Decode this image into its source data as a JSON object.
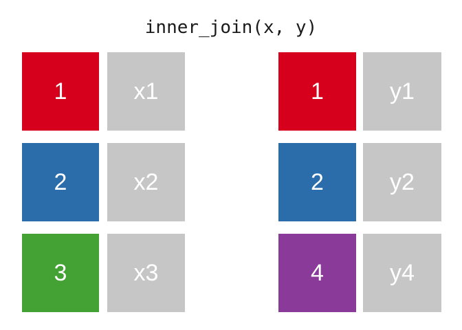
{
  "figure": {
    "title": "inner_join(x, y)",
    "background_color": "#ffffff",
    "text_color": "#ffffff",
    "title_color": "#1a1a1a",
    "value_cell_color": "#c6c6c6"
  },
  "palette": {
    "key_1": "#d6001c",
    "key_2": "#2b6cab",
    "key_3": "#43a233",
    "key_4": "#8a3a99",
    "gray": "#c6c6c6"
  },
  "tables": [
    {
      "name": "x",
      "rows": [
        {
          "key": "1",
          "value": "x1",
          "key_color": "#d6001c"
        },
        {
          "key": "2",
          "value": "x2",
          "key_color": "#2b6cab"
        },
        {
          "key": "3",
          "value": "x3",
          "key_color": "#43a233"
        }
      ]
    },
    {
      "name": "y",
      "rows": [
        {
          "key": "1",
          "value": "y1",
          "key_color": "#d6001c"
        },
        {
          "key": "2",
          "value": "y2",
          "key_color": "#2b6cab"
        },
        {
          "key": "4",
          "value": "y4",
          "key_color": "#8a3a99"
        }
      ]
    }
  ]
}
